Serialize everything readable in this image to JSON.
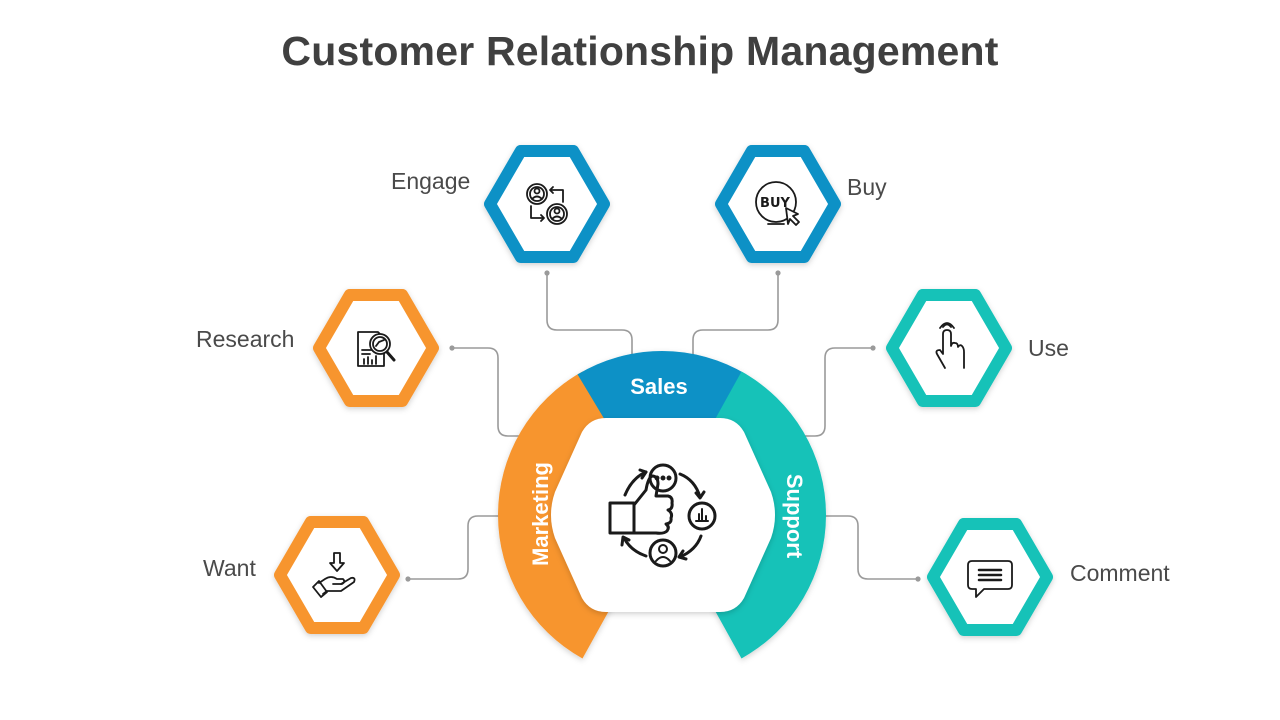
{
  "title": "Customer Relationship Management",
  "colors": {
    "sales": "#0891C6",
    "marketing": "#F7952E",
    "support": "#12C2B8",
    "connector": "#9a9a9a",
    "icon": "#1a1a1a",
    "title": "#404040",
    "label": "#4a4a4a"
  },
  "center": {
    "icon": "thumbs-up-cycle-icon",
    "segments": [
      {
        "id": "marketing",
        "label": "Marketing"
      },
      {
        "id": "sales",
        "label": "Sales"
      },
      {
        "id": "support",
        "label": "Support"
      }
    ]
  },
  "stages": [
    {
      "id": "engage",
      "label": "Engage",
      "group": "sales",
      "icon": "user-exchange-icon"
    },
    {
      "id": "buy",
      "label": "Buy",
      "group": "sales",
      "icon": "buy-button-icon"
    },
    {
      "id": "research",
      "label": "Research",
      "group": "marketing",
      "icon": "report-magnifier-icon"
    },
    {
      "id": "want",
      "label": "Want",
      "group": "marketing",
      "icon": "hand-receive-icon"
    },
    {
      "id": "use",
      "label": "Use",
      "group": "support",
      "icon": "touch-hand-icon"
    },
    {
      "id": "comment",
      "label": "Comment",
      "group": "support",
      "icon": "comment-bubble-icon"
    }
  ]
}
